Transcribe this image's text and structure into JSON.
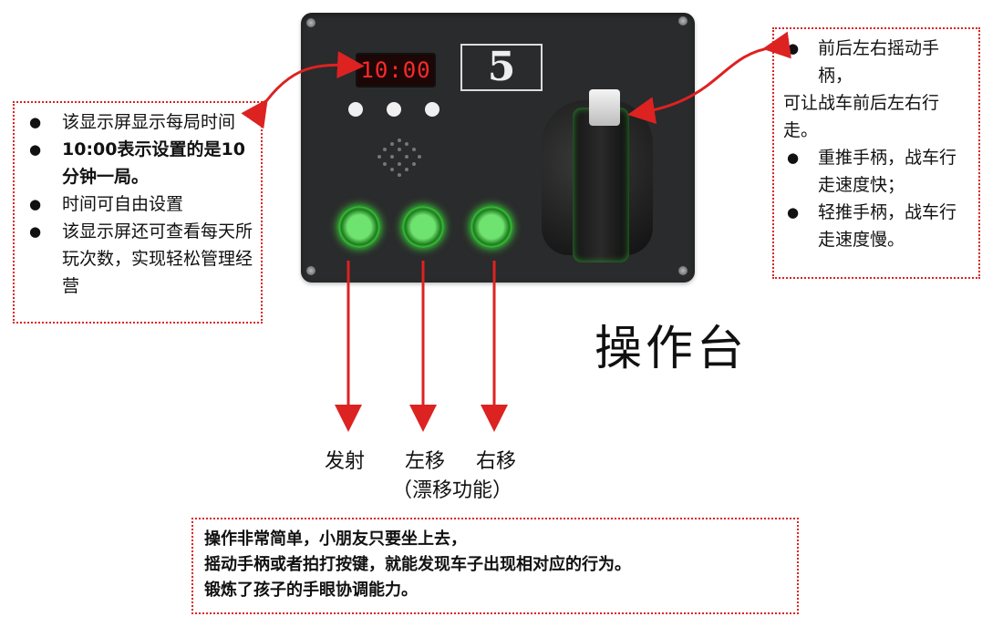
{
  "left_info": {
    "items": [
      "该显示屏显示每局时间",
      "10:00表示设置的是10分钟一局。",
      "时间可自由设置",
      "该显示屏还可查看每天所玩次数，实现轻松管理经营"
    ]
  },
  "right_info": {
    "bullet1": "前后左右摇动手柄，",
    "line2": "可让战车前后左右行走。",
    "bullet2": "重推手柄，战车行走速度快；",
    "bullet3": "轻推手柄，战车行走速度慢。"
  },
  "panel": {
    "display_time": "10:00",
    "number": "5"
  },
  "title": "操作台",
  "labels": {
    "fire": "发射",
    "left_move": "左移",
    "right_move": "右移",
    "drift": "（漂移功能）"
  },
  "note": {
    "line1": "操作非常简单，小朋友只要坐上去，",
    "line2": "摇动手柄或者拍打按键，就能发现车子出现相对应的行为。",
    "line3": "锻炼了孩子的手眼协调能力。"
  },
  "colors": {
    "annotation_red": "#dd2222",
    "button_green": "#3cff3c",
    "display_red": "#ff2a2a"
  }
}
